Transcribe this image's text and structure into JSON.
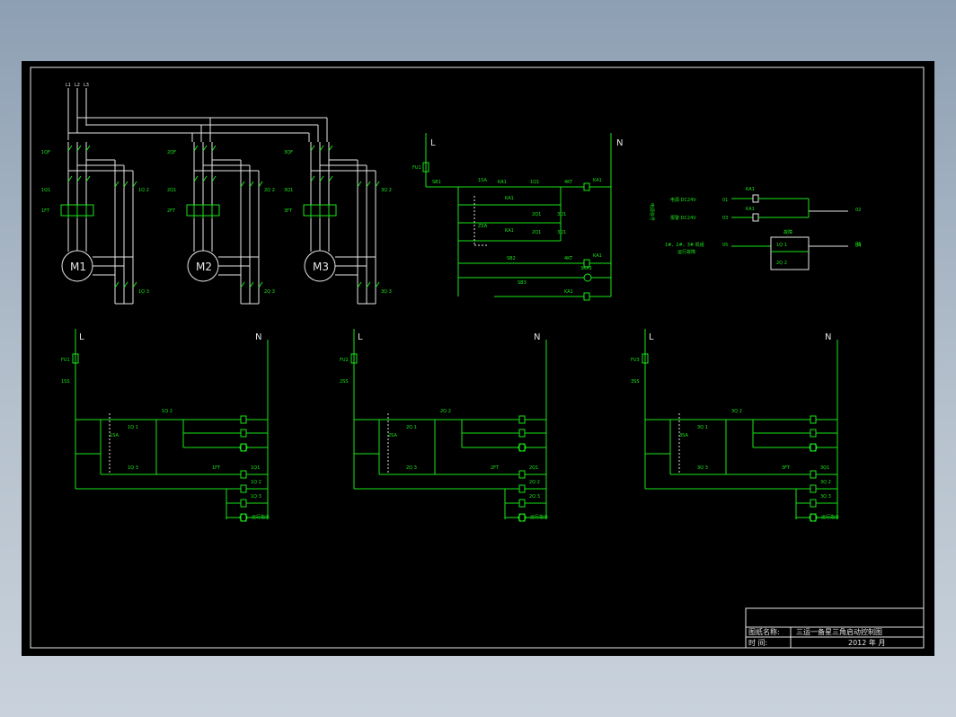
{
  "power_diagram": {
    "phases": [
      "L1",
      "L2",
      "L3"
    ],
    "motors": [
      {
        "label": "M1",
        "breaker": "1QF",
        "contactor_a": "1Q1",
        "contactor_b": "1Q 2",
        "relay": "1FT",
        "contactor_c": "1Q 3"
      },
      {
        "label": "M2",
        "breaker": "2QF",
        "contactor_a": "2Q1",
        "contactor_b": "2Q 2",
        "relay": "2FT",
        "contactor_c": "2Q 3"
      },
      {
        "label": "M3",
        "breaker": "3QF",
        "contactor_a": "3Q1",
        "contactor_b": "3Q 2",
        "relay": "3FT",
        "contactor_c": "3Q 3"
      }
    ]
  },
  "main_control": {
    "L": "L",
    "N": "N",
    "fuse": "FU1",
    "labels": [
      "SB1",
      "1SA",
      "KA1",
      "1Q1",
      "4KT",
      "KA1",
      "2Q1",
      "3Q1",
      "KA1",
      "ZSA",
      "KA1",
      "2Q1",
      "3Q1",
      "SB2",
      "KA1",
      "4KT",
      "SB3",
      "3KA1",
      "KA1"
    ]
  },
  "alarm_control": {
    "side_label": "电源信号",
    "rows": [
      {
        "label": "电源 DC24V",
        "left": "01",
        "right": "02",
        "contact": "KA1"
      },
      {
        "label": "报警 DC24V",
        "left": "03",
        "right": "04",
        "contact": "KA1"
      }
    ],
    "fault_label": "1#、2#、3# 机组",
    "fault_sub": "运行故障",
    "fault_box": "故障",
    "fault_left": "05",
    "fault_right": "06",
    "fault_items": [
      "1Q 1",
      "2Q 2"
    ]
  },
  "sub_controls": [
    {
      "L": "L",
      "N": "N",
      "fuse": "FU1",
      "ss": "1SS",
      "sa": "1SA",
      "items": [
        "1Q 2",
        "1Q 1",
        "1Q 3",
        "1FT",
        "1Q1",
        "1Q 2",
        "1Q 3",
        "运行指示"
      ]
    },
    {
      "L": "L",
      "N": "N",
      "fuse": "FU2",
      "ss": "2SS",
      "sa": "2SA",
      "items": [
        "2Q 2",
        "2Q 1",
        "2Q 3",
        "2FT",
        "2Q1",
        "2Q 2",
        "2Q 3",
        "运行指示"
      ]
    },
    {
      "L": "L",
      "N": "N",
      "fuse": "FU3",
      "ss": "3SS",
      "sa": "3SA",
      "items": [
        "3Q 2",
        "3Q 1",
        "3Q 3",
        "3FT",
        "3Q1",
        "3Q 2",
        "3Q 3",
        "运行指示"
      ]
    }
  ],
  "title_block": {
    "name_label": "图纸名称:",
    "name_value": "三运一备星三角启动控制图",
    "date_label": "时  间:",
    "date_value": "2012 年    月"
  },
  "colors": {
    "background": "#000000",
    "wire_green": "#19e619",
    "wire_white": "#e6e6e6",
    "frame": "#8d9fb3"
  }
}
